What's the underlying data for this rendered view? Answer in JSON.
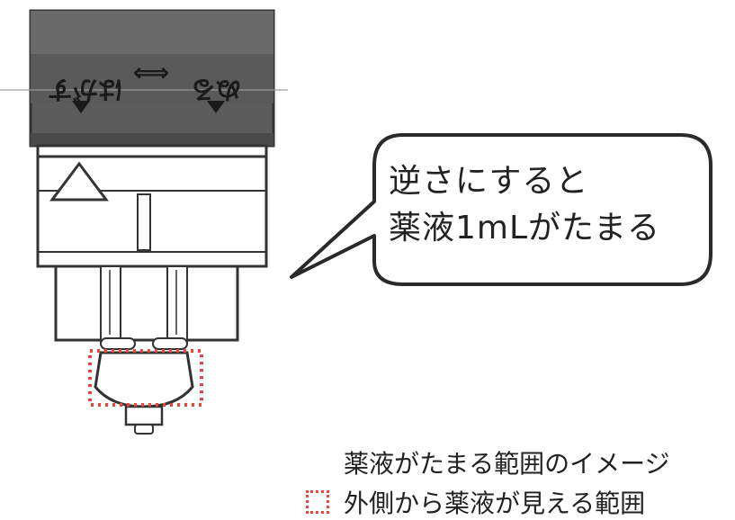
{
  "cap": {
    "left_label": "はがす",
    "right_label": "ぬる",
    "arrow_glyph": "⟺"
  },
  "callout": {
    "line1": "逆さにすると",
    "line2": "薬液1mLがたまる"
  },
  "legend": {
    "item1": "薬液がたまる範囲のイメージ",
    "item2": "外側から薬液が見える範囲"
  },
  "colors": {
    "cap_dark": "#5a5a5a",
    "cap_light": "#777777",
    "outline": "#333333",
    "dotted": "#e8453c"
  }
}
